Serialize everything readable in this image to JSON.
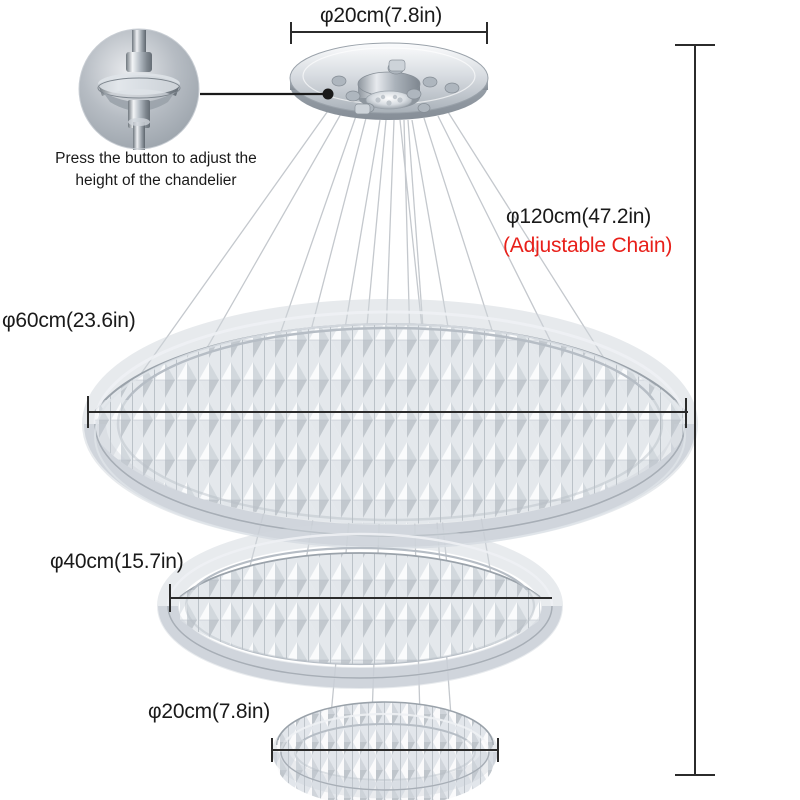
{
  "product": {
    "type": "3-ring crystal LED chandelier",
    "finish": "chrome"
  },
  "dimensions": {
    "canopy": {
      "label": "φ20cm(7.8in)",
      "cm": 20,
      "inch": 7.8,
      "part": "ceiling canopy diameter"
    },
    "chain": {
      "label": "φ120cm(47.2in)",
      "sub_label": "(Adjustable Chain)",
      "cm": 120,
      "inch": 47.2,
      "part": "total drop height"
    },
    "ring_large": {
      "label": "φ60cm(23.6in)",
      "cm": 60,
      "inch": 23.6,
      "part": "top ring diameter"
    },
    "ring_medium": {
      "label": "φ40cm(15.7in)",
      "cm": 40,
      "inch": 15.7,
      "part": "middle ring diameter"
    },
    "ring_small": {
      "label": "φ20cm(7.8in)",
      "cm": 20,
      "inch": 7.8,
      "part": "bottom ring diameter"
    }
  },
  "callout": {
    "caption_line1": "Press the button to adjust the",
    "caption_line2": "height of the chandelier",
    "inset": "wire-gripper-button-photo"
  },
  "colors": {
    "accent_red": "#e8201a",
    "text": "#1a1a1a",
    "dimension_line": "#2b2b2b",
    "chrome_light": "#f2f4f6",
    "chrome_mid": "#b9bfc6",
    "chrome_dark": "#7d858e",
    "wire": "#c2c6cb"
  }
}
